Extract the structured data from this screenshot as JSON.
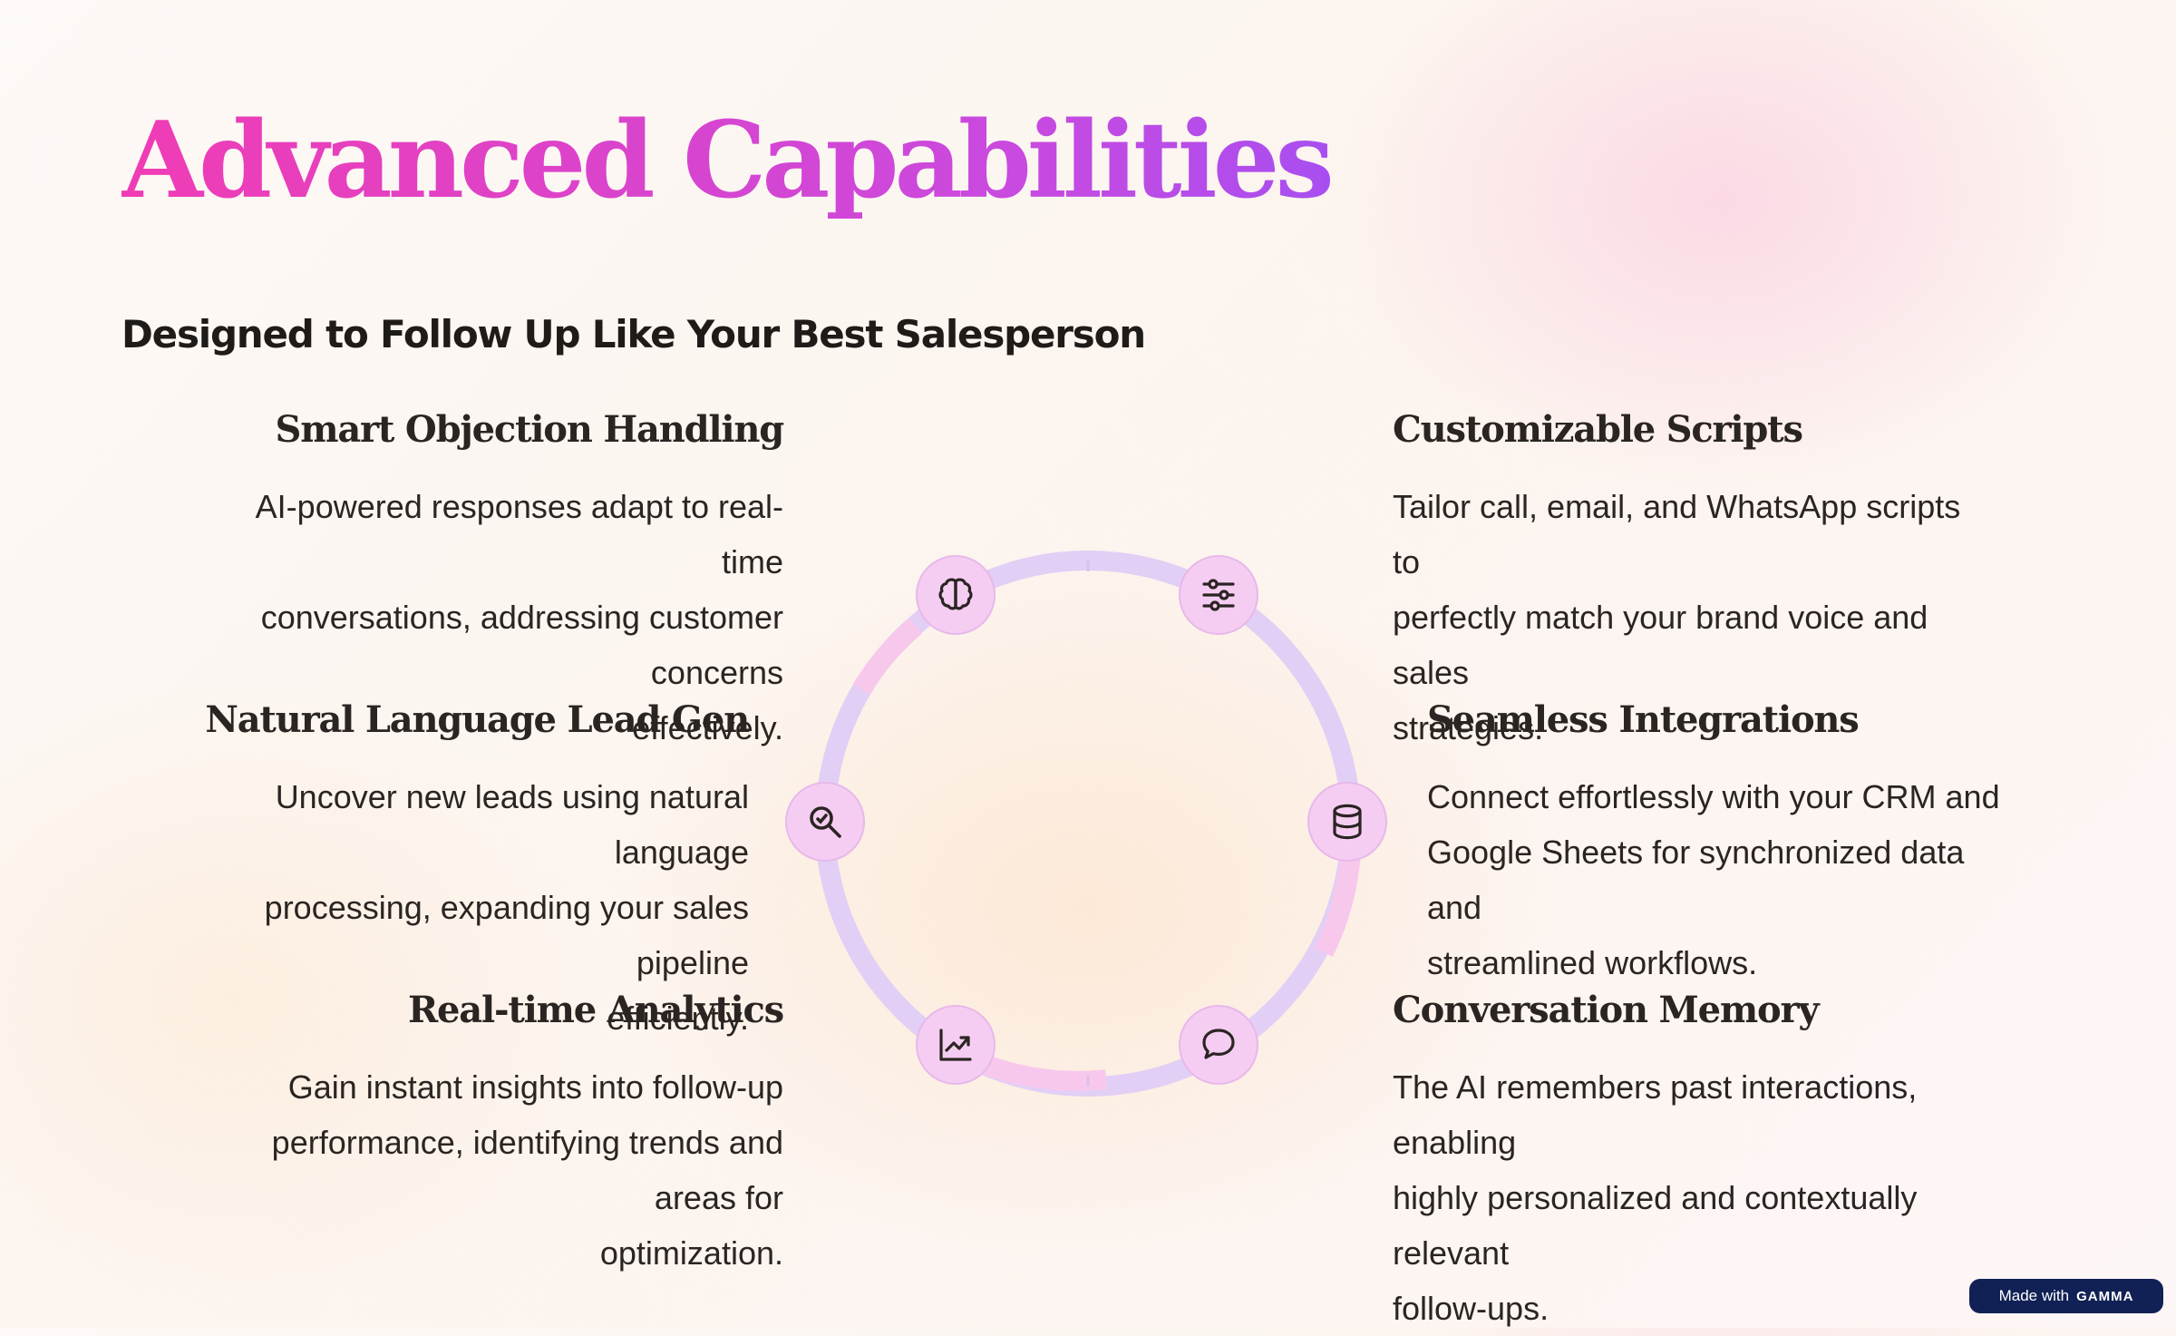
{
  "title": "Advanced Capabilities",
  "subtitle": "Designed to Follow Up Like Your Best Salesperson",
  "features": [
    {
      "title": "Smart Objection Handling",
      "lines": [
        "AI-powered responses adapt to real-time",
        "conversations, addressing customer concerns",
        "effectively."
      ],
      "icon": "brain-icon"
    },
    {
      "title": "Customizable Scripts",
      "lines": [
        "Tailor call, email, and WhatsApp scripts to",
        "perfectly match your brand voice and sales",
        "strategies."
      ],
      "icon": "sliders-icon"
    },
    {
      "title": "Natural Language Lead Gen",
      "lines": [
        "Uncover new leads using natural language",
        "processing, expanding your sales pipeline",
        "efficiently."
      ],
      "icon": "search-icon"
    },
    {
      "title": "Seamless Integrations",
      "lines": [
        "Connect effortlessly with your CRM and",
        "Google Sheets for synchronized data and",
        "streamlined workflows."
      ],
      "icon": "database-icon"
    },
    {
      "title": "Real-time Analytics",
      "lines": [
        "Gain instant insights into follow-up",
        "performance, identifying trends and areas for",
        "optimization."
      ],
      "icon": "chart-trend-icon"
    },
    {
      "title": "Conversation Memory",
      "lines": [
        "The AI remembers past interactions, enabling",
        "highly personalized and contextually relevant",
        "follow-ups."
      ],
      "icon": "chat-bubble-icon"
    }
  ],
  "badge": {
    "prefix": "Made with",
    "brand": "GAMMA"
  },
  "colors": {
    "title_gradient_start": "#f03cb4",
    "title_gradient_end": "#a84ef0",
    "node_fill": "#f6cdf2",
    "ring_lavender": "#e2cff5",
    "ring_pink": "#f8c8ec",
    "badge_bg": "#112155"
  }
}
